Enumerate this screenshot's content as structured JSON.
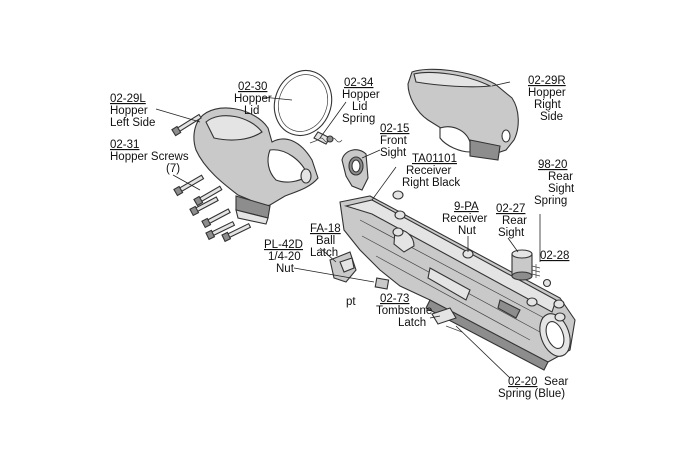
{
  "labels": {
    "hopper_left": {
      "code": "02-29L",
      "lines": [
        "Hopper",
        "Left Side"
      ]
    },
    "hopper_screws": {
      "code": "02-31",
      "lines": [
        "Hopper Screws",
        "(7)"
      ]
    },
    "hopper_lid": {
      "code": "02-30",
      "lines": [
        "Hopper",
        "Lid"
      ]
    },
    "hopper_lid_spring": {
      "code": "02-34",
      "lines": [
        "Hopper",
        "Lid",
        "Spring"
      ]
    },
    "front_sight": {
      "code": "02-15",
      "lines": [
        "Front",
        "Sight"
      ]
    },
    "hopper_right": {
      "code": "02-29R",
      "lines": [
        "Hopper",
        "Right",
        "Side"
      ]
    },
    "receiver_right": {
      "code": "TA01101",
      "lines": [
        "Receiver",
        "Right Black"
      ]
    },
    "rear_sight_spring": {
      "code": "98-20",
      "lines": [
        "Rear",
        "Sight",
        "Spring"
      ]
    },
    "receiver_nut": {
      "code": "9-PA",
      "lines": [
        "Receiver",
        "Nut"
      ]
    },
    "rear_sight": {
      "code": "02-27",
      "lines": [
        "Rear",
        "Sight"
      ]
    },
    "part_02_28": {
      "code": "02-28",
      "lines": []
    },
    "ball_latch": {
      "code": "FA-18",
      "lines": [
        "Ball",
        "Latch"
      ]
    },
    "nut": {
      "code": "PL-42D",
      "lines": [
        "1/4-20",
        "Nut"
      ]
    },
    "tombstone_latch": {
      "code": "02-73",
      "lines": [
        "Tombstone",
        "Latch"
      ]
    },
    "sear_spring": {
      "code": "02-20",
      "lines": [
        "Sear",
        "Spring (Blue)"
      ]
    },
    "partial_label": {
      "code": "",
      "lines": [
        "pt"
      ]
    }
  }
}
